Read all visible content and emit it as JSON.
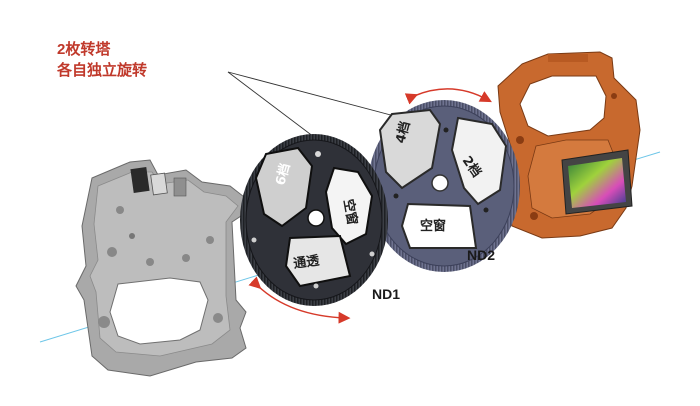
{
  "title": {
    "line1": "2枚转塔",
    "line2": "各自独立旋转"
  },
  "labels": {
    "nd1": "ND1",
    "nd2": "ND2"
  },
  "filters": {
    "nd1": [
      "6档",
      "空窗",
      "通透"
    ],
    "nd2": [
      "4档",
      "2档",
      "空窗"
    ]
  },
  "colors": {
    "title": "#c0392b",
    "arrow": "#d63a2a",
    "optical_axis": "#6ec6e8",
    "wheel": "#2f3138",
    "wheel2": "#5a5f7a",
    "frame": "#c8692e",
    "chassis": "#a7a7a7"
  }
}
